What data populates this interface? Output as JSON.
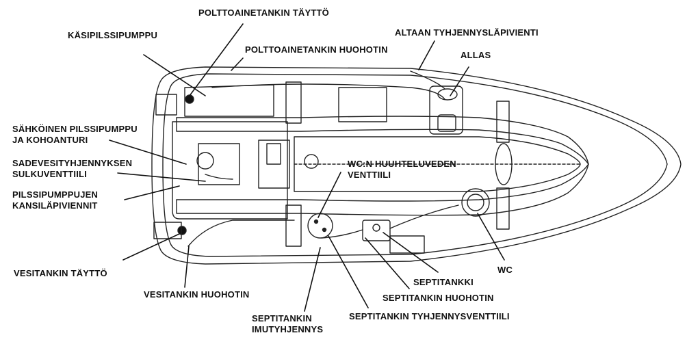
{
  "labels": {
    "polttoainetankin_taytto": "POLTTOAINETANKIN TÄYTTÖ",
    "kasipilssipumppu": "KÄSIPILSSIPUMPPU",
    "altaan_tyhjennyslapivienti": "ALTAAN TYHJENNYSLÄPIVIENTI",
    "polttoainetankin_huohotin": "POLTTOAINETANKIN HUOHOTIN",
    "allas": "ALLAS",
    "sahkoinen_pilssipumppu_1": "SÄHKÖINEN PILSSIPUMPPU",
    "sahkoinen_pilssipumppu_2": "JA KOHOANTURI",
    "sadevesi_1": "SADEVESITYHJENNYKSEN",
    "sadevesi_2": "SULKUVENTTIILI",
    "wc_huuhtelu_1": "WC:N HUUHTELUVEDEN",
    "wc_huuhtelu_2": "VENTTIILI",
    "pilssipumppujen_1": "PILSSIPUMPPUJEN",
    "pilssipumppujen_2": "KANSILÄPIVIENNIT",
    "vesitankin_taytto": "VESITANKIN TÄYTTÖ",
    "wc": "WC",
    "septitankki": "SEPTITANKKI",
    "vesitankin_huohotin": "VESITANKIN  HUOHOTIN",
    "septitankin_huohotin": "SEPTITANKIN HUOHOTIN",
    "septitankin_imu_1": "SEPTITANKIN",
    "septitankin_imu_2": "IMUTYHJENNYS",
    "septitankin_tyhjennysventtiili": "SEPTITANKIN TYHJENNYSVENTTIILI"
  }
}
